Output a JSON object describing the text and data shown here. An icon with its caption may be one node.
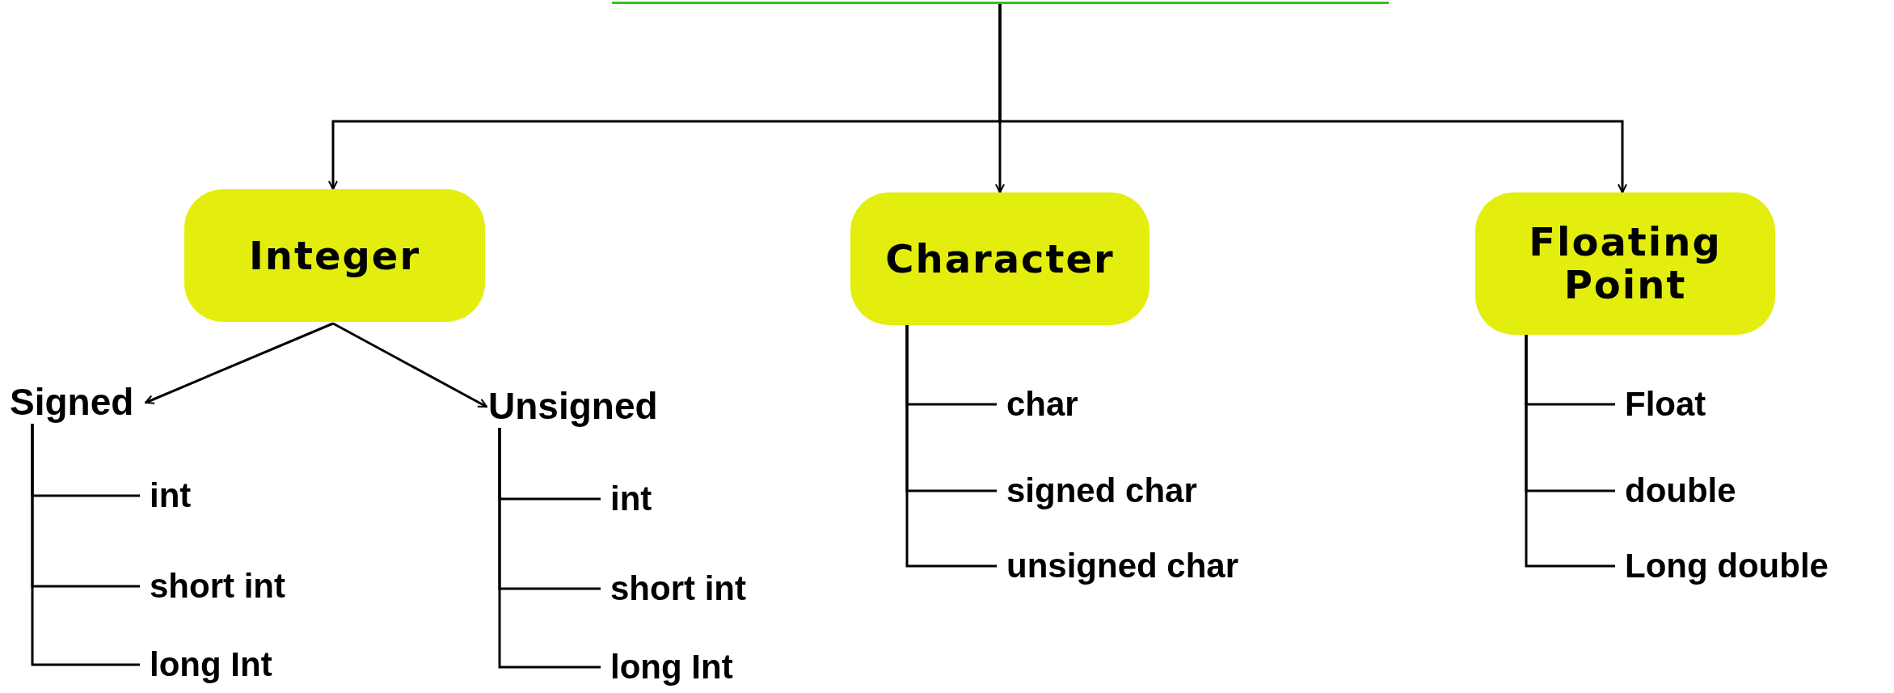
{
  "diagram": {
    "nodes": [
      {
        "text": [],
        "shape": "box"
      },
      {
        "text": [
          "Integer"
        ]
      },
      {
        "text": [
          "Character"
        ]
      },
      {
        "text": [
          "Floating Point"
        ]
      },
      {
        "text": [
          "Signed"
        ]
      },
      {
        "text": [
          "Unsigned"
        ]
      },
      {
        "text": [
          "int"
        ]
      },
      {
        "text": [
          "short int"
        ]
      },
      {
        "text": [
          "long Int"
        ]
      },
      {
        "text": [
          "int"
        ]
      },
      {
        "text": [
          "short int"
        ]
      },
      {
        "text": [
          "long Int"
        ]
      },
      {
        "text": [
          "char"
        ]
      },
      {
        "text": [
          "signed char"
        ]
      },
      {
        "text": [
          "unsigned char"
        ]
      },
      {
        "text": [
          "Float"
        ]
      },
      {
        "text": [
          "double"
        ]
      },
      {
        "text": [
          "Long double"
        ]
      }
    ],
    "edges": [
      {
        "from": 0,
        "to": 1,
        "arrow": "to"
      },
      {
        "from": 0,
        "to": 2,
        "arrow": "to"
      },
      {
        "from": 0,
        "to": 3,
        "arrow": "to"
      },
      {
        "from": 1,
        "to": 4,
        "arrow": "to"
      },
      {
        "from": 1,
        "to": 5,
        "arrow": "to"
      },
      {
        "from": 4,
        "to": 6,
        "arrow": "none"
      },
      {
        "from": 4,
        "to": 7,
        "arrow": "none"
      },
      {
        "from": 4,
        "to": 8,
        "arrow": "none"
      },
      {
        "from": 5,
        "to": 9,
        "arrow": "none"
      },
      {
        "from": 5,
        "to": 10,
        "arrow": "none"
      },
      {
        "from": 5,
        "to": 11,
        "arrow": "none"
      },
      {
        "from": 2,
        "to": 12,
        "arrow": "none"
      },
      {
        "from": 2,
        "to": 13,
        "arrow": "none"
      },
      {
        "from": 2,
        "to": 14,
        "arrow": "none"
      },
      {
        "from": 3,
        "to": 15,
        "arrow": "none"
      },
      {
        "from": 3,
        "to": 16,
        "arrow": "none"
      },
      {
        "from": 3,
        "to": 17,
        "arrow": "none"
      }
    ]
  }
}
